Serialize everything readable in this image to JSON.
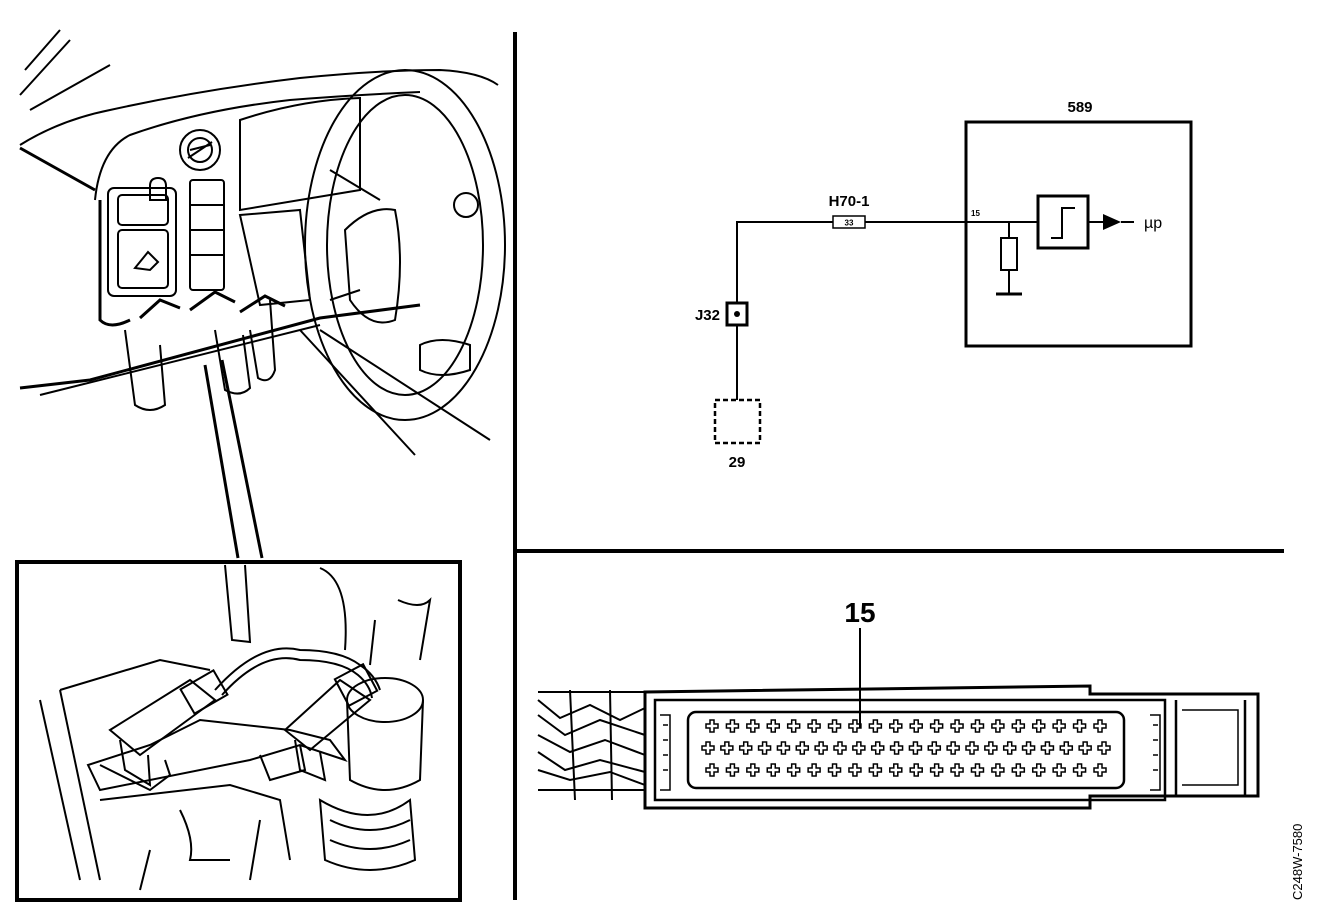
{
  "schematic": {
    "module_label": "589",
    "connector_label": "H70-1",
    "connector_pin_text": "33",
    "module_pin_label": "15",
    "junction_label": "J32",
    "ground_ref_label": "29",
    "output_label": "µp"
  },
  "connector_detail": {
    "pin_callout": "15"
  },
  "figure_code": "C248W-7580"
}
